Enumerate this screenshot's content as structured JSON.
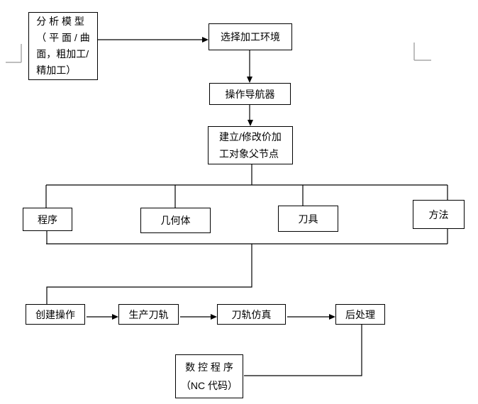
{
  "page": {
    "background": "#ffffff",
    "line_color": "#000000",
    "margin_mark_color": "#a8a8a8"
  },
  "flowchart": {
    "nodes": [
      {
        "id": "analyze-model",
        "label": "分 析 模 型\n（ 平 面 / 曲\n面，粗加工/\n精加工）"
      },
      {
        "id": "select-environment",
        "label": "选择加工环境"
      },
      {
        "id": "operation-navigator",
        "label": "操作导航器"
      },
      {
        "id": "create-modify-parent-node",
        "label": "建立/修改价加\n工对象父节点"
      },
      {
        "id": "program",
        "label": "程序"
      },
      {
        "id": "geometry",
        "label": "几何体"
      },
      {
        "id": "tool",
        "label": "刀具"
      },
      {
        "id": "method",
        "label": "方法"
      },
      {
        "id": "create-operation",
        "label": "创建操作"
      },
      {
        "id": "generate-toolpath",
        "label": "生产刀轨"
      },
      {
        "id": "toolpath-simulation",
        "label": "刀轨仿真"
      },
      {
        "id": "post-processing",
        "label": "后处理"
      },
      {
        "id": "nc-program",
        "label": "数 控 程 序\n（NC 代码）"
      }
    ]
  }
}
